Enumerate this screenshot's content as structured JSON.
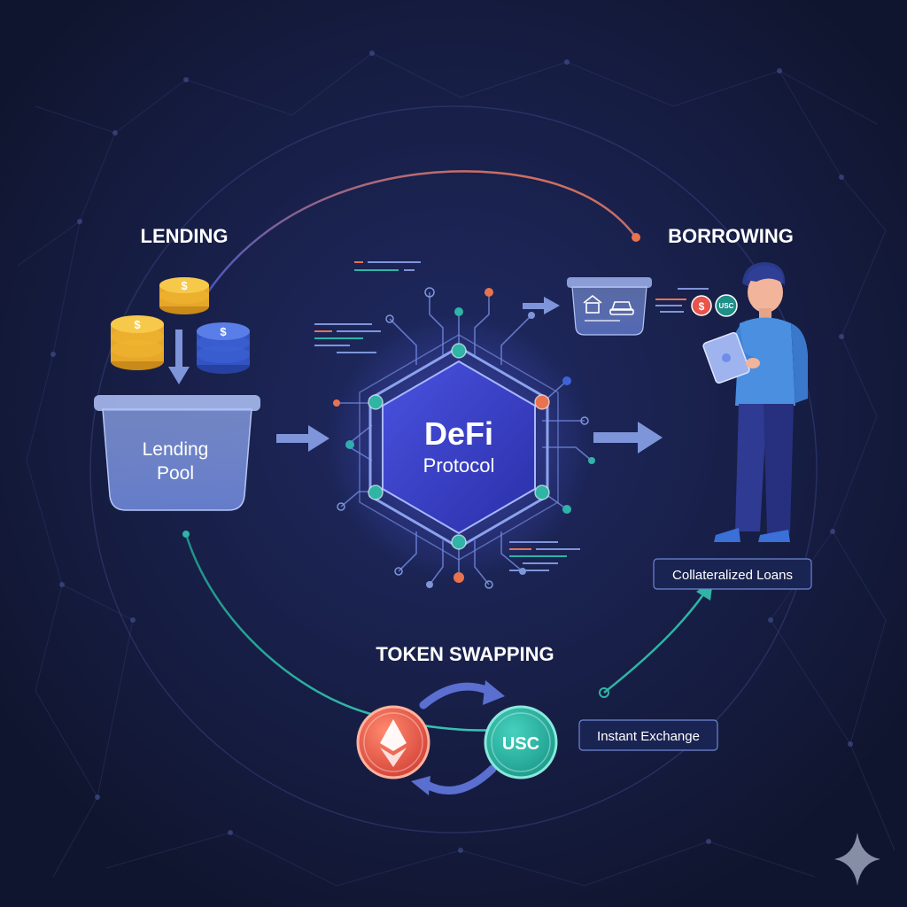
{
  "sections": {
    "lending": "LENDING",
    "borrowing": "BORROWING",
    "swapping": "TOKEN SWAPPING"
  },
  "pool": {
    "line1": "Lending",
    "line2": "Pool"
  },
  "protocol": {
    "line1": "DeFi",
    "line2": "Protocol"
  },
  "loans_label": "Collateralized Loans",
  "exchange_label": "Instant Exchange",
  "tokens": {
    "right": "USC",
    "borrow_chip": "USC"
  },
  "coin_symbol": "$",
  "colors": {
    "background": "#141a3b",
    "accent_orange": "#e8734f",
    "accent_teal": "#2fb4a6",
    "hex_blue": "#3a4bd4",
    "coin_gold": "#f2b632",
    "coin_blue": "#3e63d6"
  },
  "icons": [
    "coin-stack-icon",
    "house-icon",
    "car-icon",
    "ethereum-icon",
    "sparkle-icon",
    "person-illustration"
  ]
}
